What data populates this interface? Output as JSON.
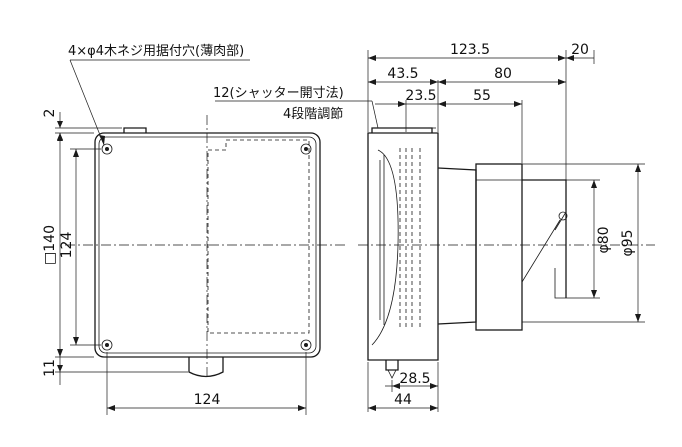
{
  "notes": {
    "screw_holes": "4×φ4木ネジ用据付穴(薄肉部)",
    "shutter_dim": "12(シャッター開寸法)",
    "adjust": "4段階調節"
  },
  "front_view": {
    "square_label": "□140",
    "height_inner": "124",
    "width_bottom": "124",
    "top_offset": "2",
    "bottom_offset": "11"
  },
  "side_view": {
    "total_depth": "123.5",
    "tail": "20",
    "depth_a": "43.5",
    "depth_b": "80",
    "depth_c": "23.5",
    "depth_d": "55",
    "bottom_a": "28.5",
    "bottom_b": "44",
    "dia_inner": "φ80",
    "dia_outer": "φ95"
  }
}
